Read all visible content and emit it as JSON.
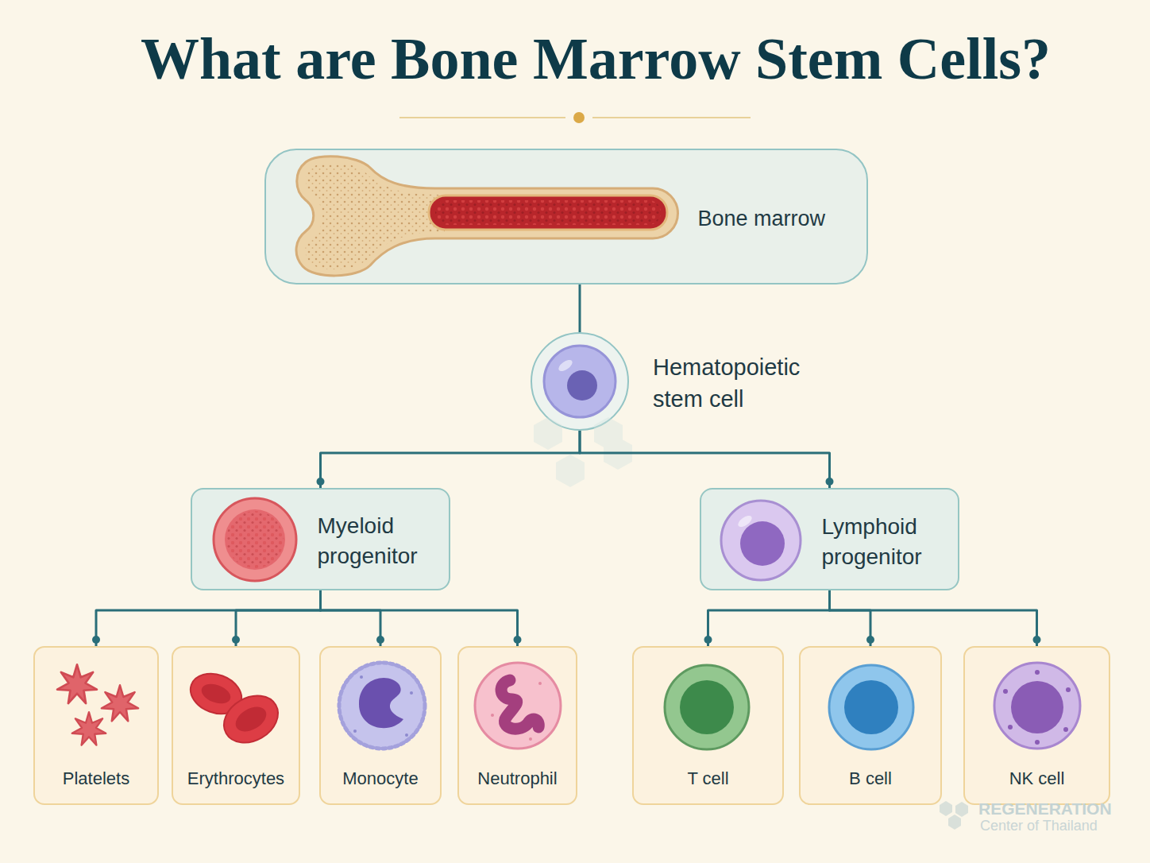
{
  "diagram": {
    "title": "What are Bone Marrow Stem Cells?",
    "nodes": [
      {
        "text": [
          "Bone marrow"
        ]
      },
      {
        "text": [
          "Hematopoietic stem cell"
        ]
      },
      {
        "text": [
          "Myeloid progenitor"
        ]
      },
      {
        "text": [
          "Lymphoid progenitor"
        ]
      },
      {
        "text": [
          "Platelets"
        ]
      },
      {
        "text": [
          "Erythrocytes"
        ]
      },
      {
        "text": [
          "Monocyte"
        ]
      },
      {
        "text": [
          "Neutrophil"
        ]
      },
      {
        "text": [
          "T cell"
        ]
      },
      {
        "text": [
          "B cell"
        ]
      },
      {
        "text": [
          "NK cell"
        ]
      }
    ],
    "edges": [
      {
        "from": 0,
        "to": 1,
        "arrow": "none"
      },
      {
        "from": 1,
        "to": 2,
        "arrow": "none"
      },
      {
        "from": 1,
        "to": 3,
        "arrow": "none"
      },
      {
        "from": 2,
        "to": 4,
        "arrow": "none"
      },
      {
        "from": 2,
        "to": 5,
        "arrow": "none"
      },
      {
        "from": 2,
        "to": 6,
        "arrow": "none"
      },
      {
        "from": 2,
        "to": 7,
        "arrow": "none"
      },
      {
        "from": 3,
        "to": 8,
        "arrow": "none"
      },
      {
        "from": 3,
        "to": 9,
        "arrow": "none"
      },
      {
        "from": 3,
        "to": 10,
        "arrow": "none"
      }
    ],
    "labels": [
      "REGENERATION",
      "Center of Thailand"
    ]
  }
}
